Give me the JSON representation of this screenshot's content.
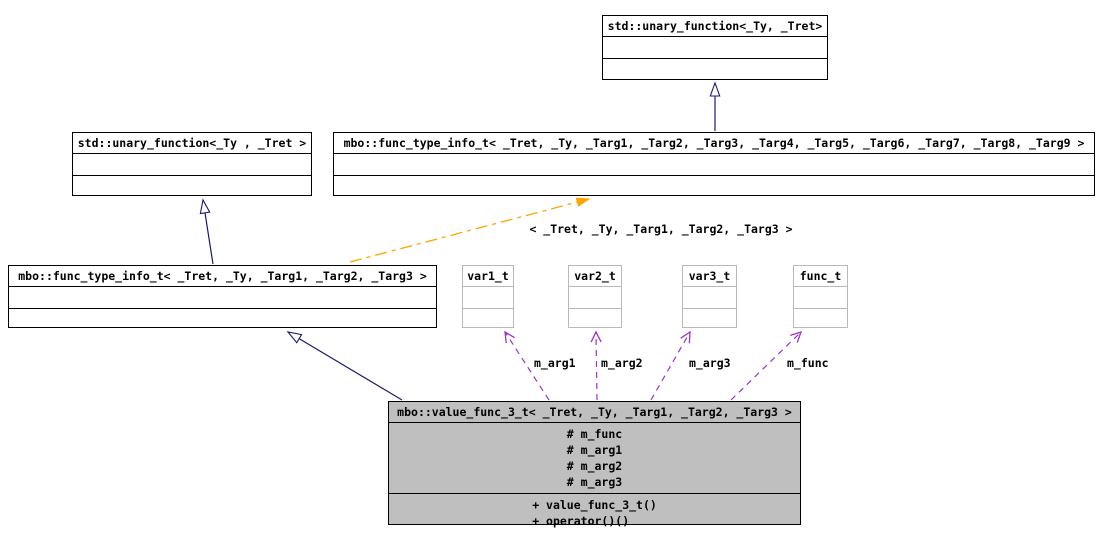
{
  "colors": {
    "background": "#ffffff",
    "text": "#000000",
    "node_border": "#000000",
    "undocumented_node_border": "#b9b9b9",
    "current_node_fill": "#bfbfbf",
    "inheritance_edge": "#191970",
    "template_edge": "#ffa500",
    "usage_edge": "#9a32cd"
  },
  "nodes": {
    "unary_function_top": {
      "title": "std::unary_function<_Ty, _Tret>"
    },
    "unary_function_left": {
      "title": "std::unary_function<_Ty , _Tret >"
    },
    "func_type_info_wide": {
      "title": "mbo::func_type_info_t< _Tret, _Ty, _Targ1, _Targ2, _Targ3, _Targ4, _Targ5, _Targ6, _Targ7, _Targ8, _Targ9 >"
    },
    "func_type_info": {
      "title": "mbo::func_type_info_t< _Tret, _Ty, _Targ1, _Targ2, _Targ3 >"
    },
    "var1_t": {
      "title": "var1_t"
    },
    "var2_t": {
      "title": "var2_t"
    },
    "var3_t": {
      "title": "var3_t"
    },
    "func_t": {
      "title": "func_t"
    },
    "value_func_3_t": {
      "title": "mbo::value_func_3_t< _Tret, _Ty, _Targ1, _Targ2, _Targ3 >",
      "attributes": [
        "# m_func",
        "# m_arg1",
        "# m_arg2",
        "# m_arg3"
      ],
      "methods": [
        "+ value_func_3_t()",
        "+ operator()()"
      ]
    }
  },
  "edge_labels": {
    "template_instantiation": "< _Tret, _Ty, _Targ1, _Targ2, _Targ3 >",
    "m_arg1": "m_arg1",
    "m_arg2": "m_arg2",
    "m_arg3": "m_arg3",
    "m_func": "m_func"
  }
}
